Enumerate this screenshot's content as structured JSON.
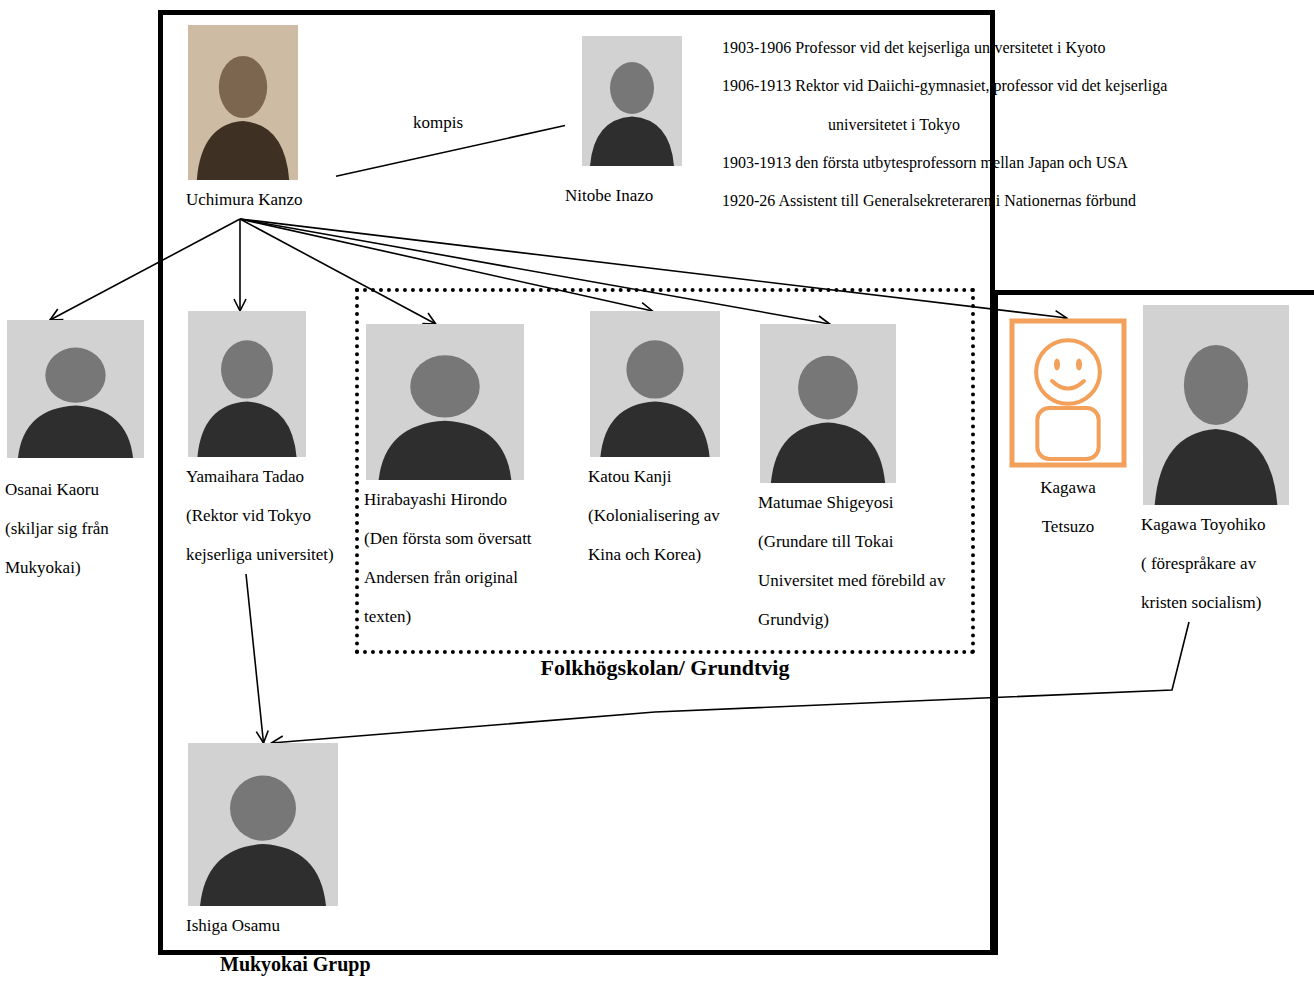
{
  "diagram": {
    "nodes": [
      {
        "text": [
          "Mukyokai Grupp"
        ]
      },
      {
        "text": [
          "Uchimura Kanzo"
        ],
        "in": 0
      },
      {
        "text": [
          "Nitobe Inazo"
        ],
        "in": 0
      },
      {
        "text": [
          "Osanai Kaoru",
          "(skiljar sig från Mukyokai)"
        ]
      },
      {
        "text": [
          "Yamaihara Tadao",
          "(Rektor vid Tokyo kejserliga universitet)"
        ],
        "in": 0
      },
      {
        "text": [
          "Folkhögskolan/ Grundtvig"
        ],
        "in": 0
      },
      {
        "text": [
          "Hirabayashi Hirondo",
          "(Den första som översatt Andersen från original texten)"
        ],
        "in": 5
      },
      {
        "text": [
          "Katou Kanji",
          "(Kolonialisering av Kina och Korea)"
        ],
        "in": 5
      },
      {
        "text": [
          "Matumae Shigeyosi",
          "(Grundare till Tokai Universitet med förebild av Grundvig)"
        ],
        "in": 5
      },
      {
        "text": []
      },
      {
        "text": [
          "Kagawa Tetsuzo"
        ],
        "in": 9
      },
      {
        "text": [
          "Kagawa Toyohiko",
          "( förespråkare av kristen socialism)"
        ],
        "in": 9
      },
      {
        "text": [
          "Ishiga Osamu"
        ],
        "in": 0
      }
    ],
    "edges": [
      {
        "from": 1,
        "to": 2,
        "arrow": "none",
        "label": "kompis"
      },
      {
        "from": 1,
        "to": 3,
        "arrow": "to"
      },
      {
        "from": 1,
        "to": 4,
        "arrow": "to"
      },
      {
        "from": 1,
        "to": 6,
        "arrow": "to"
      },
      {
        "from": 1,
        "to": 7,
        "arrow": "to"
      },
      {
        "from": 1,
        "to": 8,
        "arrow": "to"
      },
      {
        "from": 1,
        "to": 10,
        "arrow": "to"
      },
      {
        "from": 4,
        "to": 12,
        "arrow": "to"
      },
      {
        "from": 11,
        "to": 12,
        "arrow": "to"
      }
    ],
    "labels": [
      "1903-1906 Professor vid det kejserliga universitetet i Kyoto",
      "1906-1913 Rektor vid Daiichi-gymnasiet, professor vid det kejserliga universitetet i Tokyo",
      "1903-1913 den första utbytesprofessorn mellan Japan och USA",
      "1920-26 Assistent till Generalsekreteraren i Nationernas förbund"
    ]
  }
}
